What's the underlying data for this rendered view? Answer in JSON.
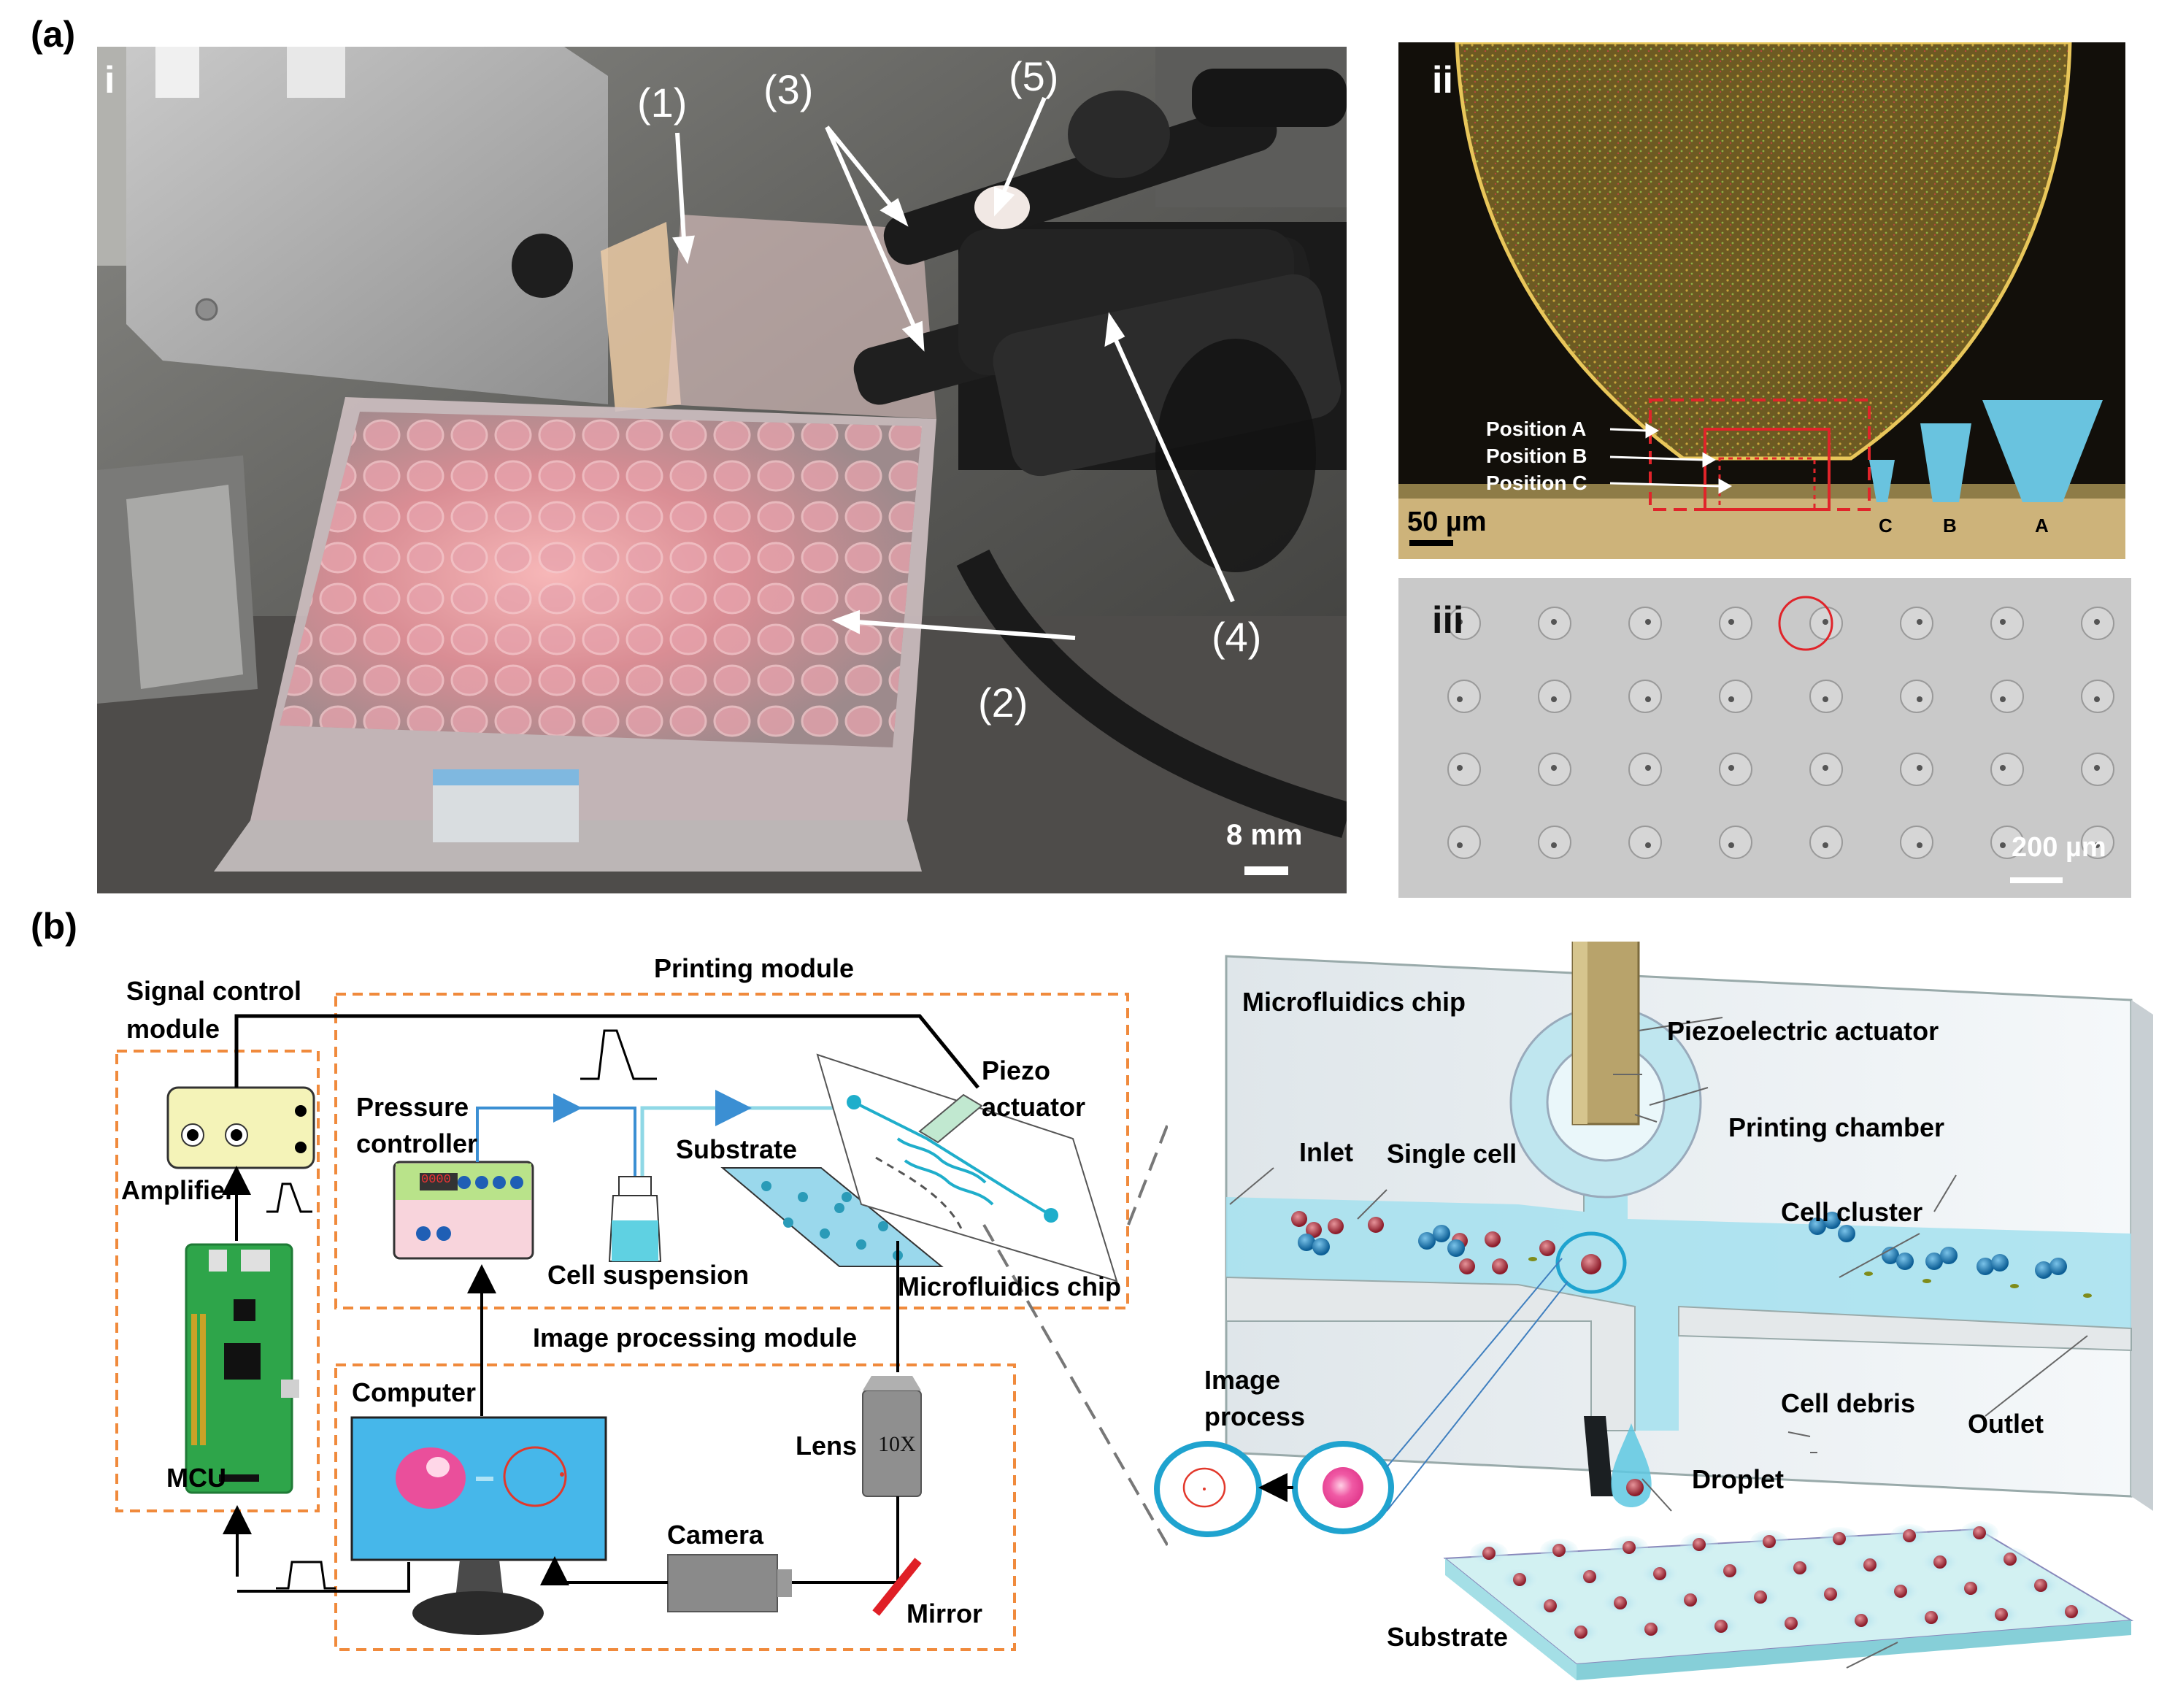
{
  "figure": {
    "panel_a": {
      "label": "(a)",
      "photo_i": {
        "label": "i",
        "callouts": [
          "(1)",
          "(2)",
          "(3)",
          "(4)",
          "(5)"
        ],
        "scale_bar": "8 mm"
      },
      "photo_ii": {
        "label": "ii",
        "positions": [
          "Position A",
          "Position B",
          "Position C"
        ],
        "shape_labels": [
          "C",
          "B",
          "A"
        ],
        "scale_bar": "50 µm"
      },
      "photo_iii": {
        "label": "iii",
        "scale_bar": "200 µm"
      }
    },
    "panel_b": {
      "label": "(b)",
      "modules": {
        "signal_control": "Signal control module",
        "printing": "Printing module",
        "image_processing": "Image processing module"
      },
      "components": {
        "amplifier": "Amplifier",
        "mcu": "MCU",
        "pressure_controller": "Pressure controller",
        "cell_suspension": "Cell suspension",
        "substrate": "Substrate",
        "piezo_actuator": "Piezo actuator",
        "microfluidics_chip": "Microfluidics chip",
        "computer": "Computer",
        "lens": "Lens",
        "lens_mag": "10X",
        "camera": "Camera",
        "mirror": "Mirror",
        "display_code": "0000"
      },
      "chip_detail": {
        "title": "Microfluidics chip",
        "piezoelectric_actuator": "Piezoelectric actuator",
        "printing_chamber": "Printing chamber",
        "inlet": "Inlet",
        "single_cell": "Single cell",
        "cell_cluster": "Cell cluster",
        "cell_debris": "Cell debris",
        "outlet": "Outlet",
        "image_process": "Image process",
        "droplet": "Droplet",
        "substrate": "Substrate"
      }
    }
  }
}
